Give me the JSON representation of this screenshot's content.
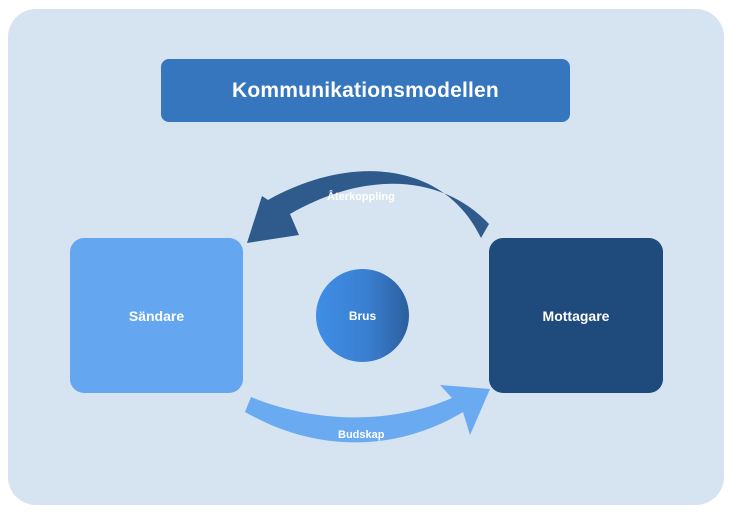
{
  "diagram": {
    "title": "Kommunikationsmodellen",
    "sender": "Sändare",
    "receiver": "Mottagare",
    "noise": "Brus",
    "feedback": "Återkoppling",
    "message": "Budskap"
  },
  "colors": {
    "background_panel": "#d6e3f1",
    "title": "#3576bf",
    "sender": "#64a6f0",
    "receiver": "#1f4a7c",
    "feedback_arrow": "#2f5a8c",
    "message_arrow": "#6aaaf0"
  }
}
